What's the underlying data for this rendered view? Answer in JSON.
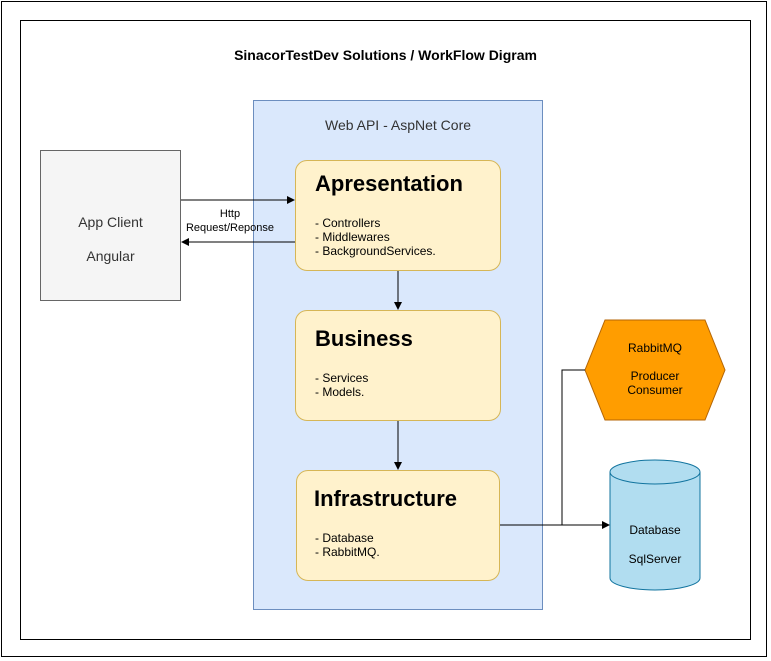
{
  "diagram": {
    "title": "SinacorTestDev Solutions / WorkFlow Digram",
    "web_api": {
      "label": "Web API - AspNet Core"
    },
    "client": {
      "line1": "App Client",
      "line2": "Angular"
    },
    "http_label": {
      "line1": "Http",
      "line2": "Request/Reponse"
    },
    "layers": [
      {
        "title": "Apresentation",
        "items": [
          "- Controllers",
          "- Middlewares",
          "- BackgroundServices."
        ]
      },
      {
        "title": "Business",
        "items": [
          "- Services",
          "- Models."
        ]
      },
      {
        "title": "Infrastructure",
        "items": [
          "- Database",
          "- RabbitMQ."
        ]
      }
    ],
    "rabbitmq": {
      "line1": "RabbitMQ",
      "line2": "",
      "line3": "Producer",
      "line4": "Consumer"
    },
    "database": {
      "line1": "Database",
      "line2": "SqlServer"
    },
    "colors": {
      "web_api_fill": "#dae8fc",
      "layer_fill": "#fff2cc",
      "rabbitmq_fill": "#ff9d00",
      "database_fill": "#b1ddf0",
      "client_fill": "#f5f5f5"
    }
  }
}
